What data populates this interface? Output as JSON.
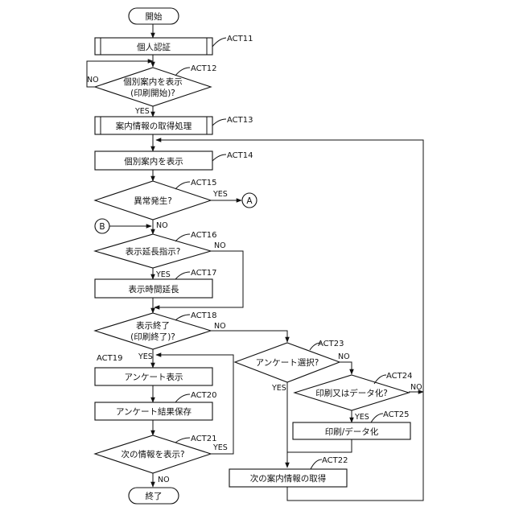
{
  "nodes": {
    "start": "開始",
    "act11": "個人認証",
    "act12_line1": "個別案内を表示",
    "act12_line2": "(印刷開始)?",
    "act13": "案内情報の取得処理",
    "act14": "個別案内を表示",
    "act15": "異常発生?",
    "act16": "表示延長指示?",
    "act17": "表示時間延長",
    "act18_line1": "表示終了",
    "act18_line2": "(印刷終了)?",
    "act19": "アンケート表示",
    "act20": "アンケート結果保存",
    "act21": "次の情報を表示?",
    "act22": "次の案内情報の取得",
    "act23": "アンケート選択?",
    "act24": "印刷又はデータ化?",
    "act25": "印刷/データ化",
    "end": "終了"
  },
  "connectors": {
    "a": "A",
    "b": "B"
  },
  "step_labels": {
    "act11": "ACT11",
    "act12": "ACT12",
    "act13": "ACT13",
    "act14": "ACT14",
    "act15": "ACT15",
    "act16": "ACT16",
    "act17": "ACT17",
    "act18": "ACT18",
    "act19": "ACT19",
    "act20": "ACT20",
    "act21": "ACT21",
    "act22": "ACT22",
    "act23": "ACT23",
    "act24": "ACT24",
    "act25": "ACT25"
  },
  "branch_labels": {
    "yes": "YES",
    "no": "NO"
  }
}
